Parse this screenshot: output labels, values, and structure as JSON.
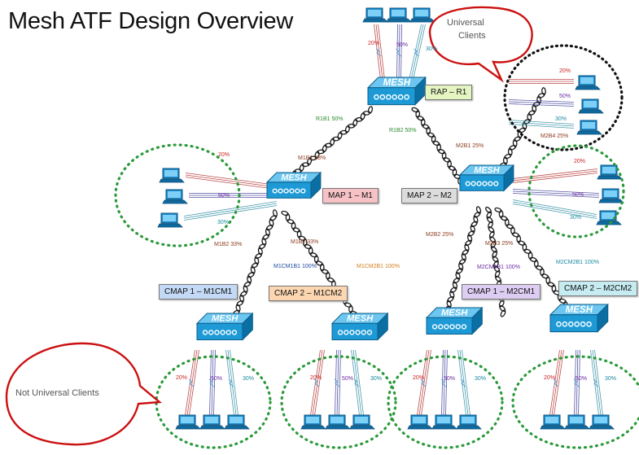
{
  "title": "Mesh ATF Design Overview",
  "device_text": "MESH",
  "callouts": {
    "universal_line1": "Universal",
    "universal_line2": "Clients",
    "not_universal": "Not Universal Clients"
  },
  "nodes": {
    "rap": "RAP – R1",
    "map1": "MAP 1 – M1",
    "map2": "MAP 2 – M2",
    "cmap1": "CMAP 1 – M1CM1",
    "cmap2": "CMAP 2 – M1CM2",
    "cmap3": "CMAP 1 – M2CM1",
    "cmap4": "CMAP 2 – M2CM2"
  },
  "links": {
    "r1b1": "R1B1 50%",
    "r1b2": "R1B2 50%",
    "m1b1": "M1B1 33%",
    "m2b1": "M2B1 25%",
    "m2b4": "M2B4 25%",
    "m1b2": "M1B2 33%",
    "m1b3": "M1B3 33%",
    "m1cm1b1": "M1CM1B1 100%",
    "m1cm2b1": "M1CM2B1 100%",
    "m2b2": "M2B2 25%",
    "m2b3": "M2B3 25%",
    "m2cm1b1": "M2CM1B1 100%",
    "m2cm2b1": "M2CM2B1 100%"
  },
  "shares": {
    "p20": "20%",
    "p50": "50%",
    "p30": "30%"
  },
  "colors": {
    "device_face": "#1d9ad6",
    "device_top": "#6cc6ef",
    "device_side": "#0b6fa3",
    "dotted_green": "#2a9a3a",
    "dotted_black": "#111111",
    "callout_red": "#cc1111",
    "rap_fill": "#e4f5c2",
    "map1_fill": "#f6c2c6",
    "map2_fill": "#dcdcdc",
    "cmap1_fill": "#c3d9f6",
    "cmap2_fill": "#fbd6b1",
    "cmap3_fill": "#ddcdf2",
    "cmap4_fill": "#c6ecf2",
    "pct_red": "#cc2222",
    "pct_purple": "#6a2aa0",
    "pct_teal": "#1a8aa0",
    "link_green": "#2a8a2a",
    "link_blue": "#1a4aa0",
    "link_brown": "#8a3a1a",
    "link_orange": "#d0801a"
  }
}
